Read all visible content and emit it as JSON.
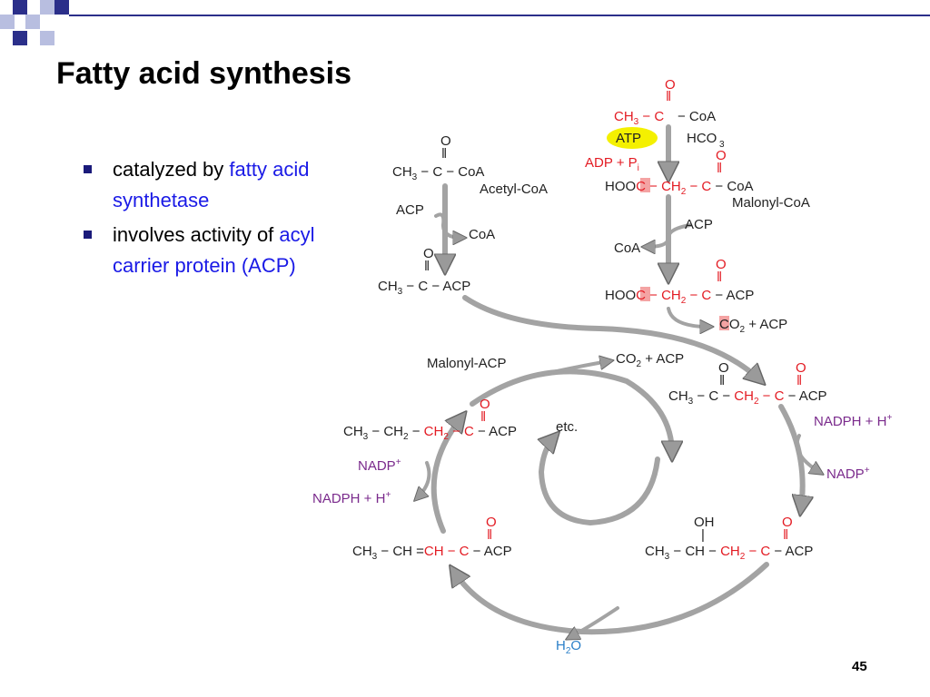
{
  "slide": {
    "title": "Fatty acid synthesis",
    "page_number": "45",
    "colors": {
      "accent": "#2b2f8a",
      "highlight_text": "#1a1ae6",
      "red": "#e31b23",
      "purple": "#7a2a8c",
      "blue": "#2a7fc8",
      "atp_highlight": "#f4f000"
    }
  },
  "bullets": [
    {
      "text": "catalyzed by ",
      "highlight": "fatty acid synthetase"
    },
    {
      "text": "involves activity of ",
      "highlight": "acyl carrier protein (ACP)"
    }
  ],
  "diagram": {
    "labels": {
      "acetyl_coa": "Acetyl-CoA",
      "malonyl_coa": "Malonyl-CoA",
      "malonyl_acp": "Malonyl-ACP",
      "acp": "ACP",
      "coa": "CoA",
      "atp": "ATP",
      "adp": "ADP + P",
      "adp_sub": "i",
      "hco3": "HCO",
      "co2_acp": "CO",
      "co2_acp_tail": " + ACP",
      "nadph": "NADPH + H",
      "nadp": "NADP",
      "h2o": "H",
      "h2o_tail": "O",
      "etc": "etc."
    }
  }
}
